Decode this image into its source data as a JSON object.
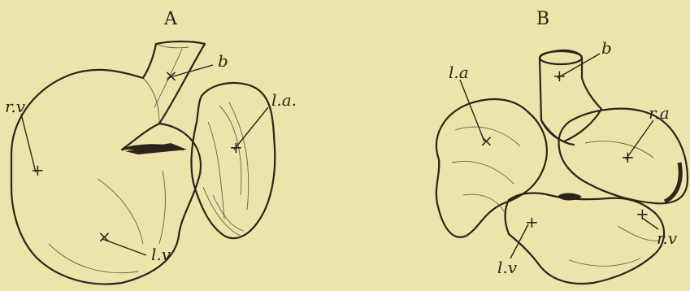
{
  "panels": {
    "left": {
      "title": "A",
      "labels": {
        "rv": "r.v",
        "b": "b",
        "la": "l.a.",
        "lv": "l.v"
      }
    },
    "right": {
      "title": "B",
      "labels": {
        "la": "l.a",
        "b": "b",
        "ra": "r.a",
        "lv": "l.v",
        "rv": "r.v"
      }
    }
  }
}
